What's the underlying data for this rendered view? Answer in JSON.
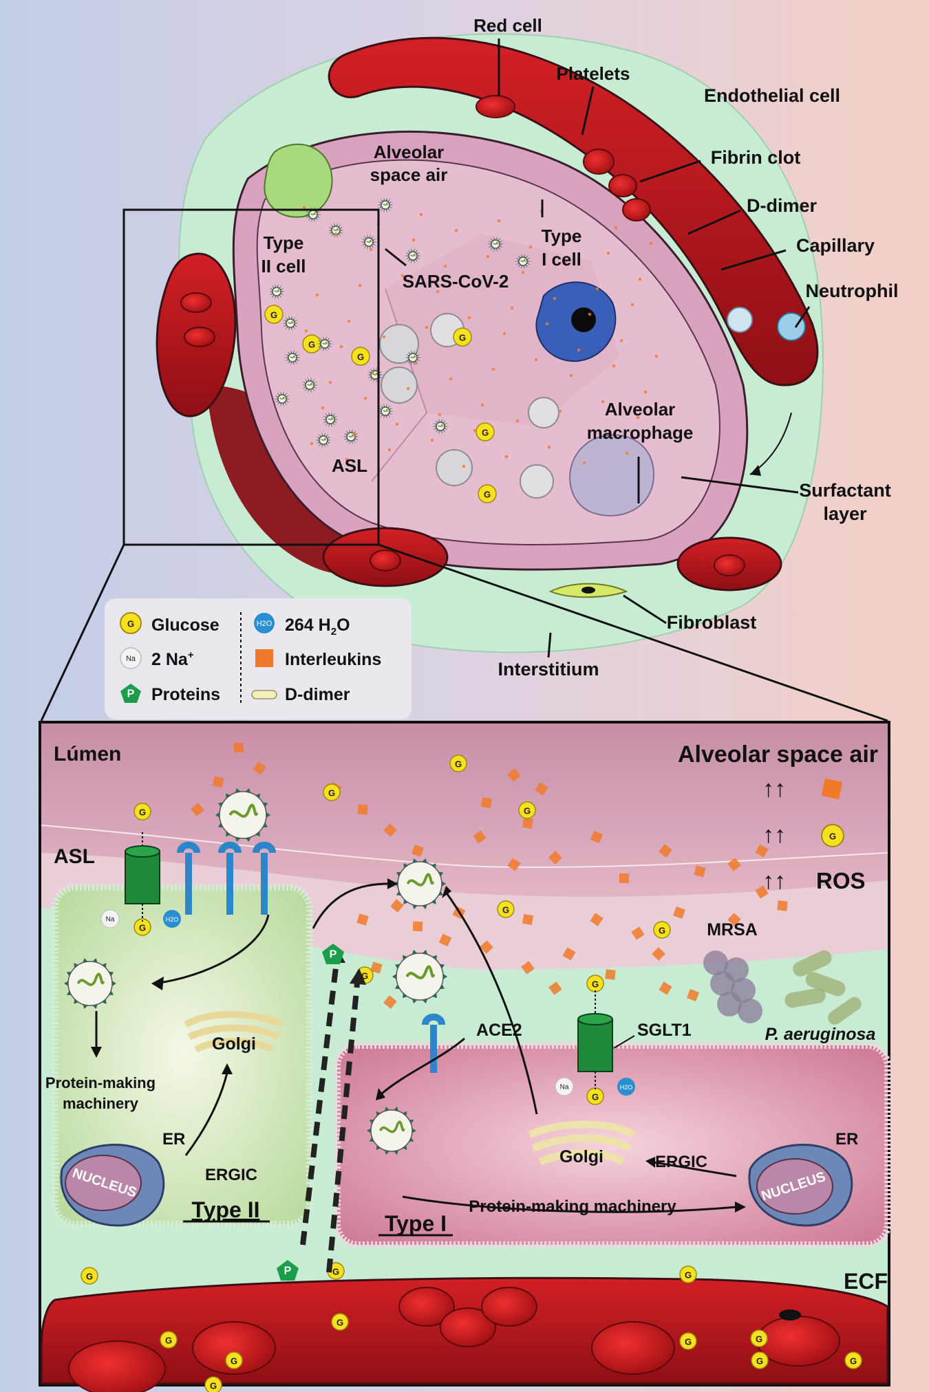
{
  "upper": {
    "red_cell": "Red cell",
    "platelets": "Platelets",
    "endothelial_cell": "Endothelial cell",
    "fibrin_clot": "Fibrin clot",
    "alveolar_space_air": [
      "Alveolar",
      "space air"
    ],
    "d_dimer": "D-dimer",
    "type_ii_cell": [
      "Type",
      "II cell"
    ],
    "type_i_cell": [
      "Type",
      "I cell"
    ],
    "capillary": "Capillary",
    "sars_cov_2": "SARS-CoV-2",
    "neutrophil": "Neutrophil",
    "alveolar_macrophage": [
      "Alveolar",
      "macrophage"
    ],
    "asl": "ASL",
    "surfactant_layer": [
      "Surfactant",
      "layer"
    ],
    "fibroblast": "Fibroblast",
    "interstitium": "Interstitium"
  },
  "legend": {
    "glucose": "Glucose",
    "glucose_icon": "G",
    "sodium": "2 Na",
    "sodium_sup": "+",
    "sodium_icon": "Na",
    "proteins": "Proteins",
    "proteins_icon": "P",
    "water": "264 H",
    "water_sub": "2",
    "water_tail": "O",
    "water_icon": "H2O",
    "interleukins": "Interleukins",
    "d_dimer": "D-dimer"
  },
  "lower": {
    "lumen": "Lúmen",
    "alveolar_space_air": "Alveolar space air",
    "asl": "ASL",
    "ros": "ROS",
    "mrsa": "MRSA",
    "p_aeruginosa": "P. aeruginosa",
    "ace2": "ACE2",
    "sglt1": "SGLT1",
    "golgi_left": "Golgi",
    "golgi_right": "Golgi",
    "protein_machinery_left": [
      "Protein-making",
      "machinery"
    ],
    "protein_machinery_right": "Protein-making machinery",
    "er_left": "ER",
    "er_right": "ER",
    "ergic_left": "ERGIC",
    "ergic_right": "ERGIC",
    "nucleus_left": "NUCLEUS",
    "nucleus_right": "NUCLEUS",
    "type_ii": "Type II",
    "type_i": "Type I",
    "ecf": "ECF",
    "up_arrows": "↑↑",
    "na_small": "Na",
    "h2o_small": "H2O",
    "g_icon": "G",
    "p_icon": "P"
  },
  "colors": {
    "bg_left": "#c2cde6",
    "bg_right": "#f4cfc6",
    "blood_red": "#b81a1e",
    "tissue_green": "#c8ecd3",
    "alveolus_pink": "#e7a9c3",
    "glucose_yellow": "#f7e01e",
    "protein_green": "#1a9e4a",
    "interleukin_orange": "#f07a2a",
    "water_blue": "#2a8fd0",
    "ace2_blue": "#2c86c9",
    "sglt1_green": "#1e8a3a"
  },
  "icons": [
    "virus-icon",
    "glucose-icon",
    "sodium-icon",
    "protein-pentagon-icon",
    "water-icon",
    "interleukin-square-icon",
    "d-dimer-icon",
    "red-cell-icon",
    "nucleus-icon"
  ]
}
